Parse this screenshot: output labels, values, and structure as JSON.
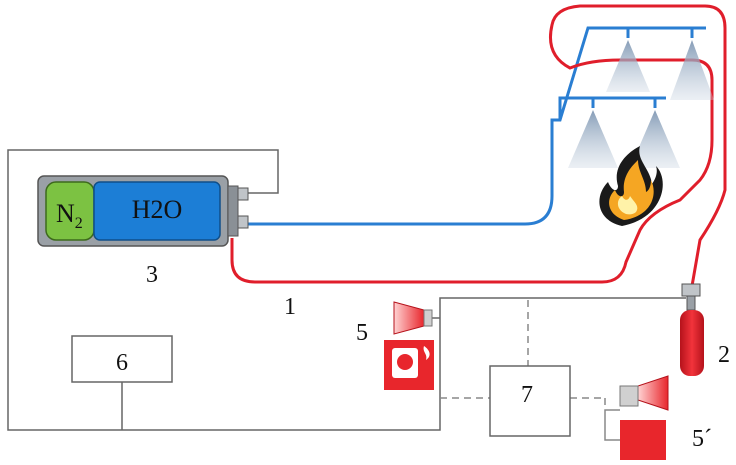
{
  "colors": {
    "water_line": "#2a7ed2",
    "trigger_line": "#e01e2b",
    "wiring": "#666666",
    "dashed": "#888888",
    "nitrogen": "#7cc242",
    "water": "#1c7ed6",
    "tank_body": "#9aa0a6",
    "spray": "#9fb3c8",
    "flame": "#f5a623",
    "alarm_red": "#e8262c"
  },
  "tank": {
    "gas_label": "N",
    "gas_subscript": "2",
    "water_label": "H2O"
  },
  "labels": {
    "l1": "1",
    "l2": "2",
    "l3": "3",
    "l5": "5",
    "l5b": "5´",
    "l6": "6",
    "l7": "7"
  }
}
